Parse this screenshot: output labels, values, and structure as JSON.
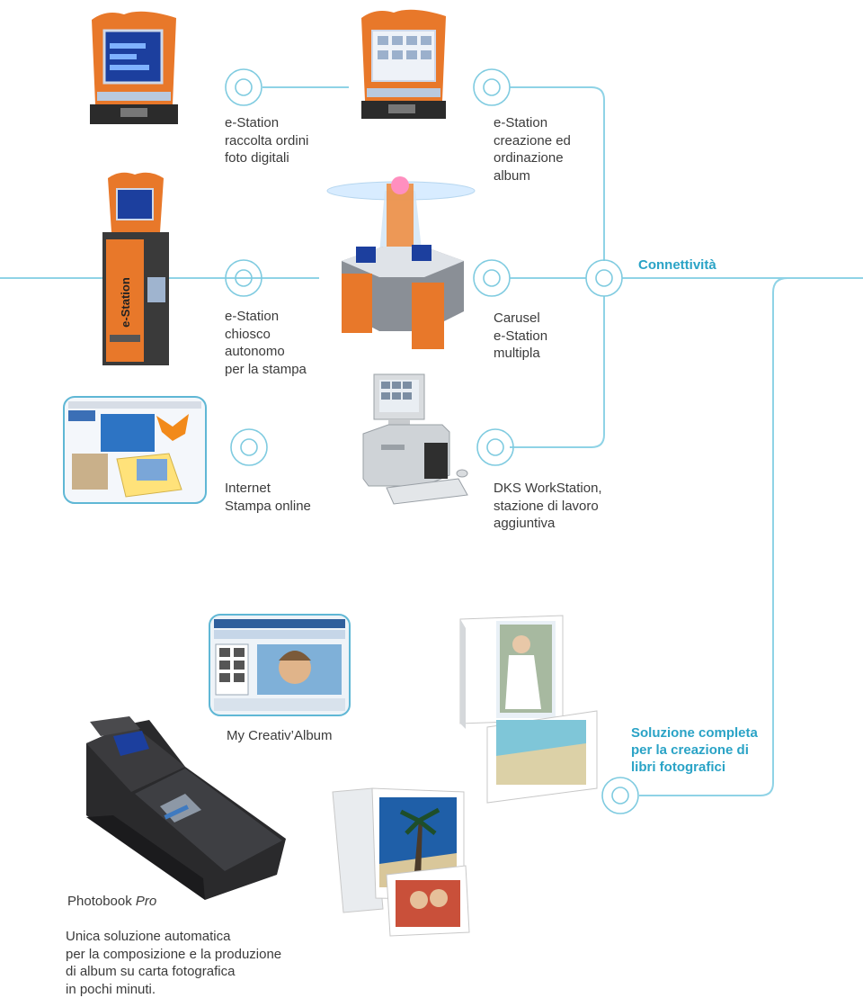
{
  "labels": {
    "estation_orders": "e-Station\nraccolta ordini\nfoto digitali",
    "estation_album": "e-Station\ncreazione ed\nordinazione\nalbum",
    "connectivity": "Connettività",
    "estation_kiosk": "e-Station\nchiosco\nautonomo\nper la stampa",
    "carusel": "Carusel\ne-Station\nmultipla",
    "internet": "Internet\nStampa online",
    "dks_workstation": "DKS WorkStation,\nstazione di lavoro\naggiuntiva",
    "creativ_album": "My Creativ’Album",
    "photobook_solution": "Soluzione completa\nper la creazione di\nlibri fotografici",
    "photobook_name": "Photobook",
    "photobook_pro": "Pro",
    "photobook_desc": "Unica soluzione automatica\nper la composizione e la  produzione\ndi album su carta fotografica\nin pochi minuti."
  },
  "kiosk_brand_text": "e-Station",
  "colors": {
    "accent": "#2aa3c6",
    "connector_line": "#8fd3e6",
    "kiosk_orange": "#e8782a",
    "text": "#3b3b3b"
  },
  "icons": [
    "target-node-icon",
    "kiosk-image",
    "carousel-image",
    "workstation-image",
    "website-screenshot-image",
    "software-screenshot-image",
    "photobook-printer-image",
    "photobook-album-image"
  ]
}
